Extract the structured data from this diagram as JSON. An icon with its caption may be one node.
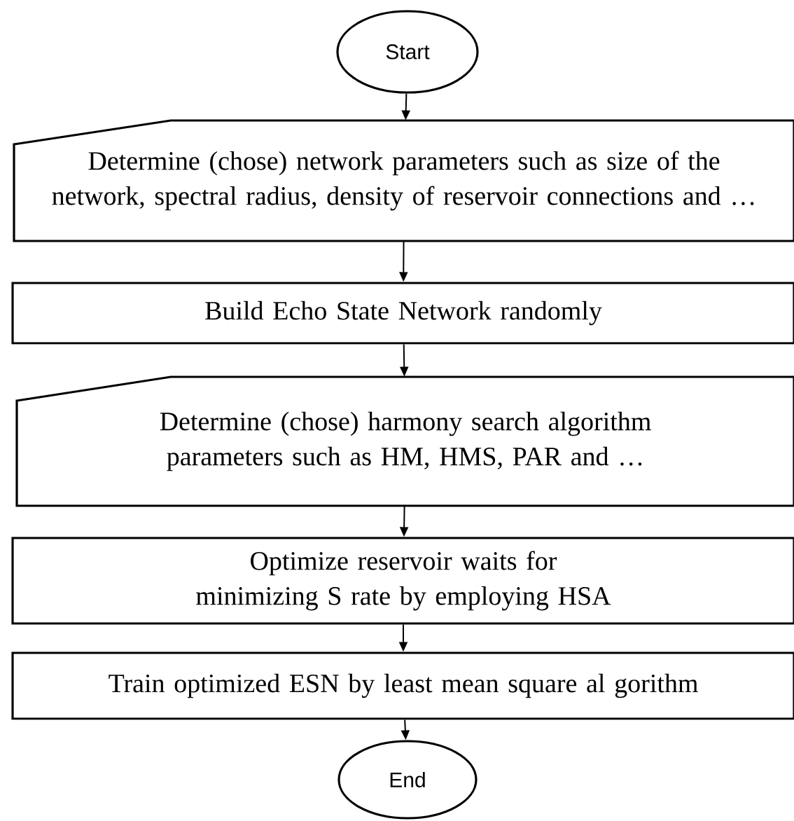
{
  "diagram": {
    "nodes": [
      {
        "text": [
          "Start"
        ]
      },
      {
        "text": [
          "Determine (chose) network parameters such as size of the network, spectral radius, density of reservoir connections and …"
        ]
      },
      {
        "text": [
          "Build Echo State Network randomly"
        ]
      },
      {
        "text": [
          "Determine (chose) harmony search algorithm parameters such as HM, HMS, PAR and …"
        ]
      },
      {
        "text": [
          "Optimize reservoir waits for minimizing S rate by employing HSA"
        ]
      },
      {
        "text": [
          "Train optimized ESN by least mean square al gorithm"
        ]
      },
      {
        "text": [
          "End"
        ]
      }
    ],
    "edges": [
      {
        "from": 0,
        "to": 1,
        "arrow": "to"
      },
      {
        "from": 1,
        "to": 2,
        "arrow": "to"
      },
      {
        "from": 2,
        "to": 3,
        "arrow": "to"
      },
      {
        "from": 3,
        "to": 4,
        "arrow": "to"
      },
      {
        "from": 4,
        "to": 5,
        "arrow": "to"
      },
      {
        "from": 5,
        "to": 6,
        "arrow": "to"
      }
    ]
  }
}
